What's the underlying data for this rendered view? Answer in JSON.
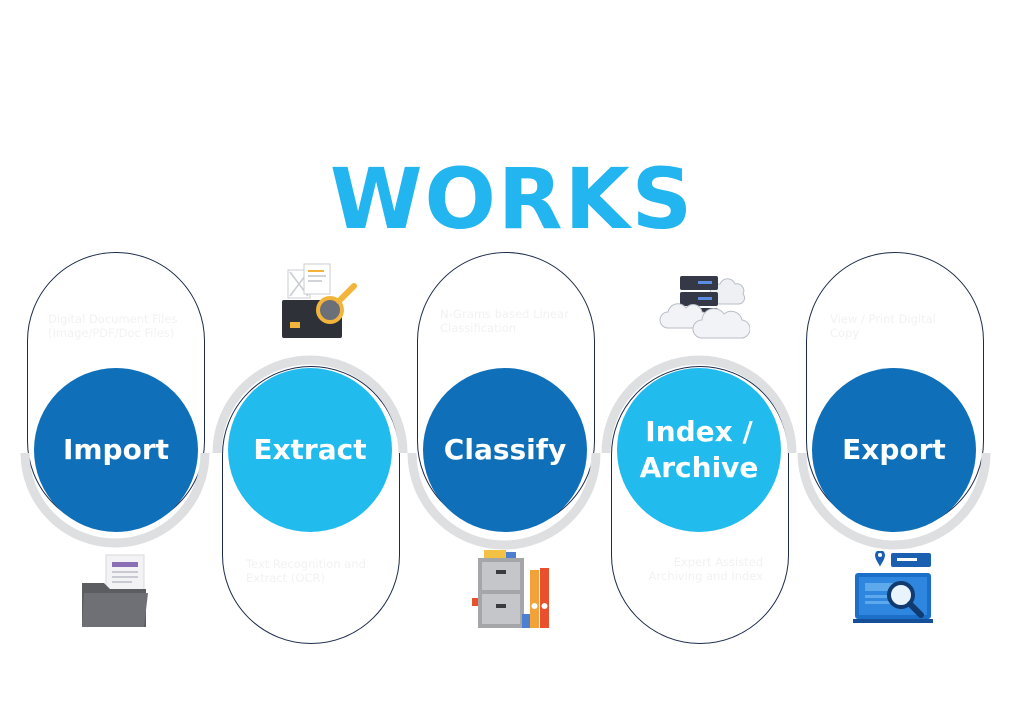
{
  "title": "WORKS",
  "colors": {
    "dark_blue": "#0f6fb8",
    "light_blue": "#22bbee",
    "title_blue": "#22b5f0",
    "arc_gray": "#dedfe1",
    "outline": "#1c2b4a"
  },
  "steps": [
    {
      "label": "Import",
      "description": "Digital Document Files (Image/PDF/Doc Files)",
      "icon": "folder-icon"
    },
    {
      "label": "Extract",
      "description": "Text Recognition and Extract (OCR)",
      "icon": "document-search-icon"
    },
    {
      "label": "Classify",
      "description": "N-Grams based Linear Classification",
      "icon": "filing-cabinet-icon"
    },
    {
      "label": "Index / Archive",
      "description": "Expert Assisted Archiving and Index",
      "icon": "server-cloud-icon"
    },
    {
      "label": "Export",
      "description": "View / Print Digital Copy",
      "icon": "web-search-icon"
    }
  ]
}
